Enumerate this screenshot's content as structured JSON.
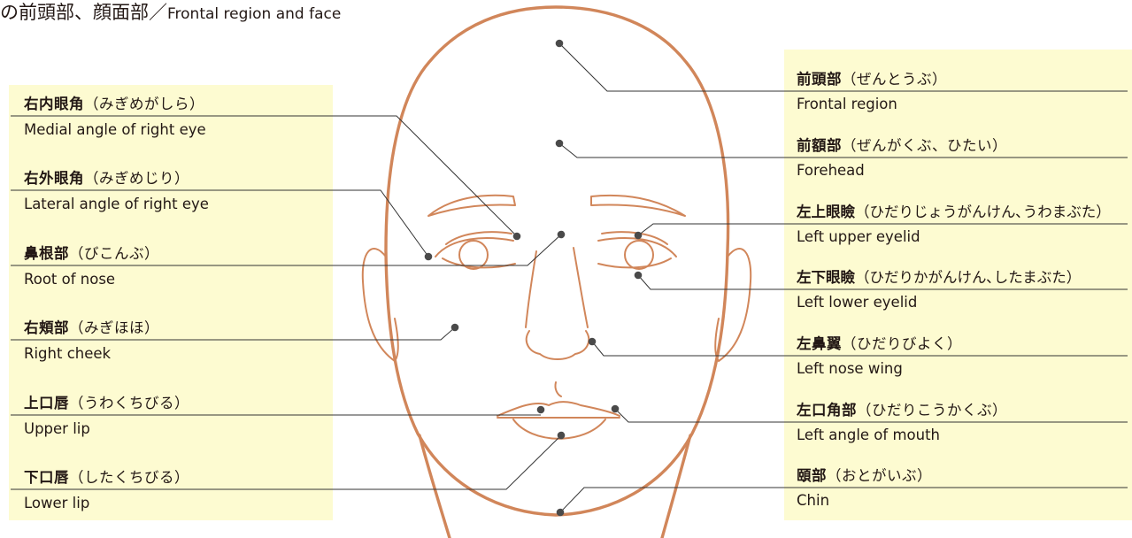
{
  "title": {
    "jp": "の前頭部、顔面部／",
    "en": "Frontal region and face"
  },
  "colors": {
    "panel": "#fdfbd1",
    "outline": "#d1865a",
    "leader": "#333333",
    "dot": "#4a4a4a"
  },
  "left_labels": [
    {
      "term": "右内眼角",
      "kana": "（みぎめがしら）",
      "en": "Medial angle of right eye"
    },
    {
      "term": "右外眼角",
      "kana": "（みぎめじり）",
      "en": "Lateral angle of right eye"
    },
    {
      "term": "鼻根部",
      "kana": "（びこんぶ）",
      "en": "Root of nose"
    },
    {
      "term": "右頬部",
      "kana": "（みぎほほ）",
      "en": "Right cheek"
    },
    {
      "term": "上口唇",
      "kana": "（うわくちびる）",
      "en": "Upper lip"
    },
    {
      "term": "下口唇",
      "kana": "（したくちびる）",
      "en": "Lower lip"
    }
  ],
  "right_labels": [
    {
      "term": "前頭部",
      "kana": "（ぜんとうぶ）",
      "en": "Frontal region"
    },
    {
      "term": "前額部",
      "kana": "（ぜんがくぶ、ひたい）",
      "en": "Forehead"
    },
    {
      "term": "左上眼瞼",
      "kana": "（ひだりじょうがんけん､うわまぶた）",
      "en": "Left upper eyelid"
    },
    {
      "term": "左下眼瞼",
      "kana": "（ひだりかがんけん､したまぶた）",
      "en": "Left lower eyelid"
    },
    {
      "term": "左鼻翼",
      "kana": "（ひだりびよく）",
      "en": "Left nose wing"
    },
    {
      "term": "左口角部",
      "kana": "（ひだりこうかくぶ）",
      "en": "Left angle of mouth"
    },
    {
      "term": "頤部",
      "kana": "（おとがいぶ）",
      "en": "Chin"
    }
  ]
}
